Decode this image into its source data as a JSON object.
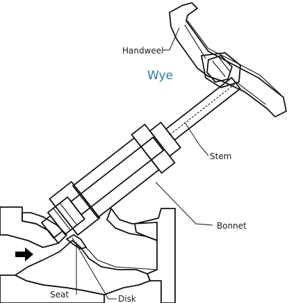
{
  "diagram": {
    "title": "Wye",
    "labels": {
      "handwheel": "Handweel",
      "stem": "Stem",
      "bonnet": "Bonnet",
      "seat": "Seat",
      "disk": "Disk"
    },
    "colors": {
      "title": "#2a7a96",
      "line": "#111111",
      "arrow": "#000000",
      "background": "#ffffff"
    },
    "icons": {
      "flow": "flow-direction-arrow-icon"
    }
  }
}
